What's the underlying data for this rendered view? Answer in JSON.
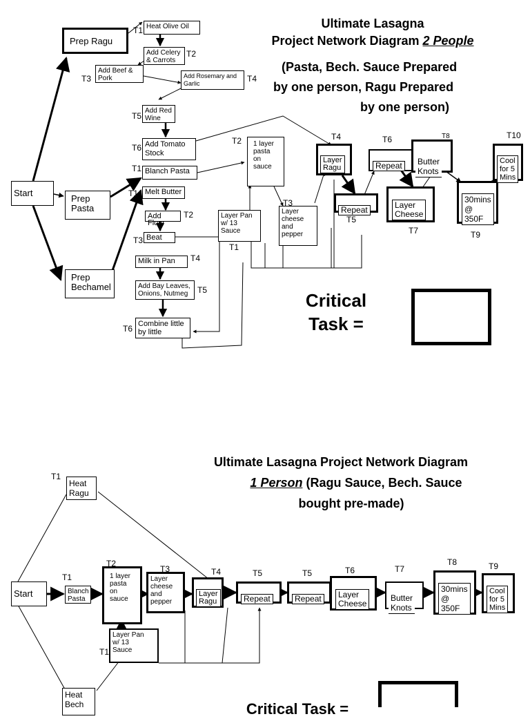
{
  "top": {
    "title_line1": "Ultimate Lasagna",
    "title_line2_prefix": "Project Network Diagram ",
    "title_line2_emph": "2 People",
    "title_line3": "(Pasta, Bech. Sauce Prepared",
    "title_line4": "by one person, Ragu Prepared",
    "title_line5": "by one person)",
    "nodes": {
      "start": "Start",
      "prep_ragu": "Prep Ragu",
      "prep_pasta": "Prep\nPasta",
      "prep_bechamel": "Prep\nBechamel",
      "heat_olive_oil": "Heat Olive Oil",
      "add_celery": "Add Celery\n& Carrots",
      "add_beef": "Add Beef &\nPork",
      "add_rosemary": "Add Rosemary and\nGarlic",
      "add_red_wine": "Add Red\nWine",
      "add_tomato": "Add Tomato\nStock",
      "blanch_pasta": "Blanch Pasta",
      "melt_butter": "Melt Butter",
      "add_flour": "Add Flour",
      "beat": "Beat",
      "milk_in_pan": "Milk in Pan",
      "add_bay": "Add Bay Leaves,\nOnions, Nutmeg",
      "combine": "Combine little\nby little",
      "one_layer": "1 layer\npasta\non\nsauce",
      "layer_pan": "Layer Pan\nw/ 13\nSauce",
      "layer_cheese_pepper": "Layer\ncheese\nand\npepper",
      "layer_ragu": "Layer\nRagu",
      "repeat_a": "Repeat",
      "repeat_b": "Repeat",
      "layer_cheese": "Layer\nCheese",
      "butter_knots": "Butter\nKnots",
      "bake": "30mins\n@\n350F",
      "cool": "Cool\nfor 5\nMins"
    },
    "labels": {
      "t1_heat": "T1",
      "t2_celery": "T2",
      "t3_beef": "T3",
      "t4_rosemary": "T4",
      "t5_wine": "T5",
      "t6_tomato": "T6",
      "t1_blanch": "T1",
      "t1_melt": "T1",
      "t2_flour": "T2",
      "t3_beat": "T3",
      "t4_milk": "T4",
      "t5_bay": "T5",
      "t6_combine": "T6",
      "t2_layer": "T2",
      "t1_pan": "T1",
      "t3_cheese": "T3",
      "t4_ragu": "T4",
      "t5_repeat": "T5",
      "t6_repeat": "T6",
      "t7_cheese": "T7",
      "t8_knots": "T8",
      "t9_bake": "T9",
      "t10_cool": "T10"
    },
    "critical_label": "Critical\nTask ="
  },
  "bottom": {
    "title_line1": "Ultimate Lasagna Project Network Diagram",
    "title_line2_emph": "1 Person",
    "title_line2_suffix": " (Ragu Sauce, Bech. Sauce",
    "title_line3": "bought pre-made)",
    "nodes": {
      "start": "Start",
      "heat_ragu": "Heat\nRagu",
      "blanch_pasta": "Blanch\nPasta",
      "one_layer": "1 layer\npasta\non\nsauce",
      "layer_pan": "Layer Pan\nw/ 13\nSauce",
      "layer_cheese_pepper": "Layer\ncheese\nand\npepper",
      "layer_ragu": "Layer\nRagu",
      "repeat_a": "Repeat",
      "repeat_b": "Repeat",
      "layer_cheese": "Layer\nCheese",
      "butter_knots": "Butter\nKnots",
      "bake": "30mins\n@\n350F",
      "cool": "Cool\nfor 5\nMins",
      "heat_bech": "Heat\nBech"
    },
    "labels": {
      "t1_ragu": "T1",
      "t1_blanch": "T1",
      "t2_layer": "T2",
      "t1_pan": "T1",
      "t3_cheese": "T3",
      "t4_ragu": "T4",
      "t5_repeat_a": "T5",
      "t5_repeat_b": "T5",
      "t6_cheese": "T6",
      "t7_knots": "T7",
      "t8_bake": "T8",
      "t9_cool": "T9"
    },
    "critical_label": "Critical Task ="
  }
}
